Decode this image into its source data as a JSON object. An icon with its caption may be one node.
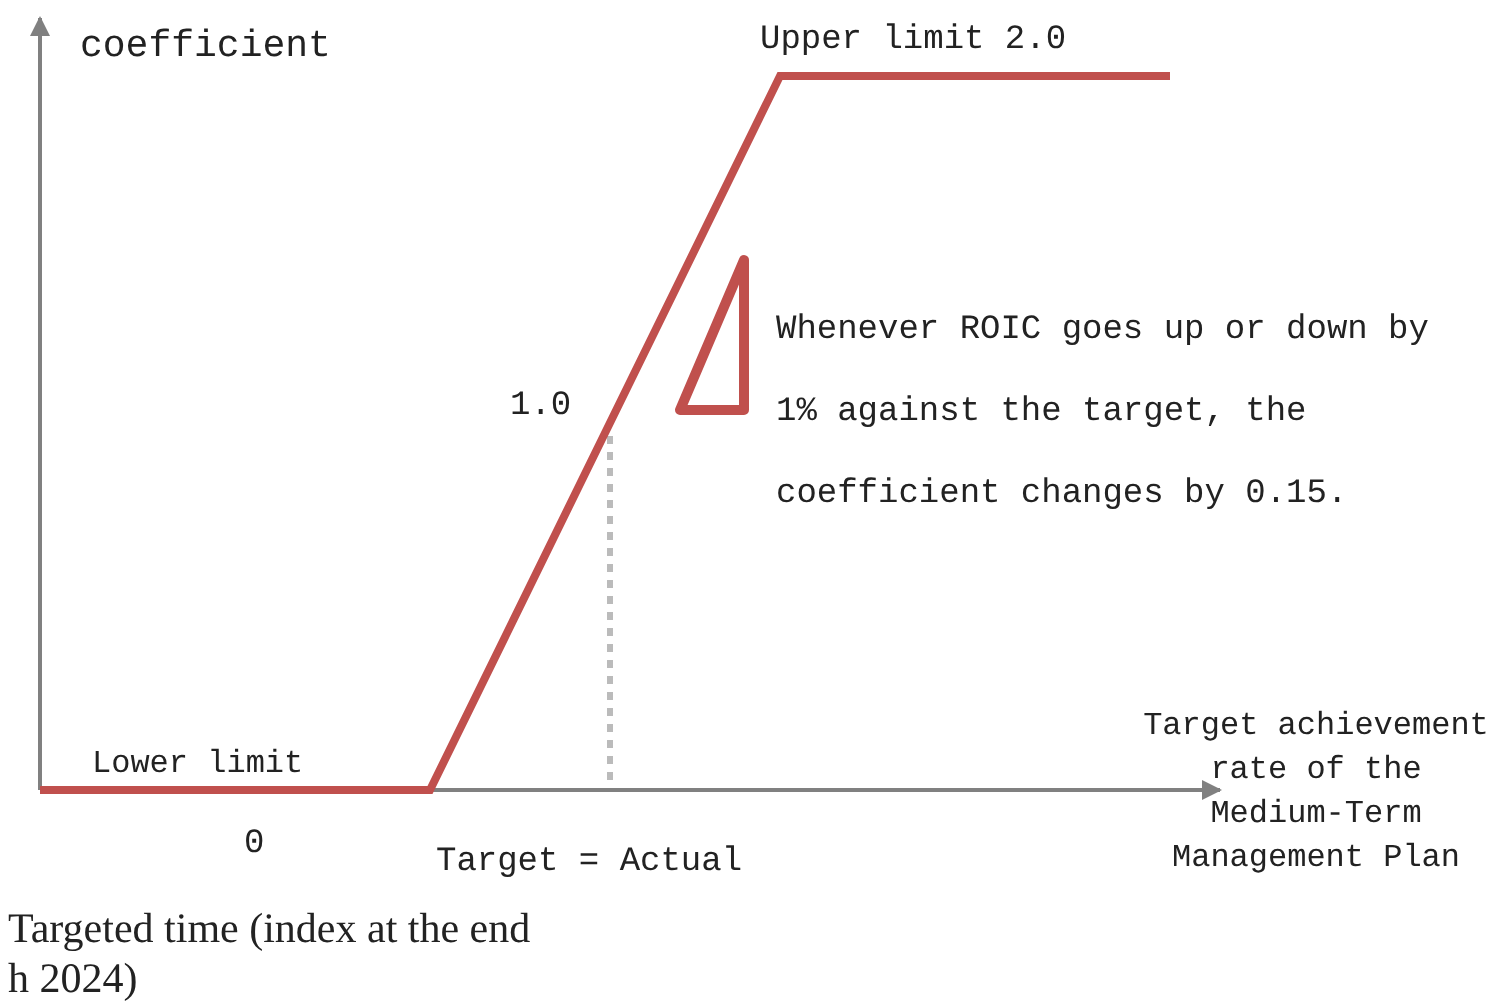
{
  "diagram": {
    "labels": [
      "coefficient",
      "Upper limit 2.0",
      "Whenever ROIC goes up or down by 1% against the target, the coefficient changes by 0.15.",
      "1.0",
      "Target achievement rate of the Medium-Term Management Plan",
      "Lower limit",
      "0",
      "Target = Actual",
      "Targeted time (index at the end",
      "h 2024)"
    ]
  }
}
